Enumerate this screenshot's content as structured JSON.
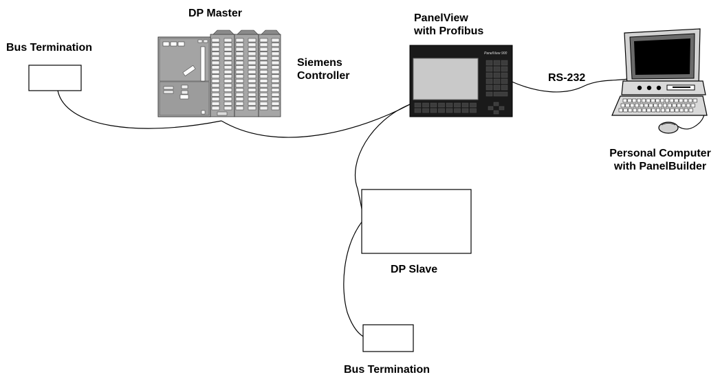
{
  "labels": {
    "bus_termination_top": "Bus Termination",
    "dp_master": "DP Master",
    "siemens_line1": "Siemens",
    "siemens_line2": "Controller",
    "panelview_line1": "PanelView",
    "panelview_line2": "with Profibus",
    "rs232": "RS-232",
    "pc_line1": "Personal Computer",
    "pc_line2": "with PanelBuilder",
    "dp_slave": "DP Slave",
    "bus_termination_bottom": "Bus Termination"
  },
  "device_text": {
    "panelview_badge": "PanelView 900"
  },
  "colors": {
    "line": "#000000",
    "plc_body": "#a9a9a9",
    "panel_body": "#1a1a1a",
    "panel_screen": "#c9c9c9",
    "monitor_body": "#cfcfcf"
  }
}
